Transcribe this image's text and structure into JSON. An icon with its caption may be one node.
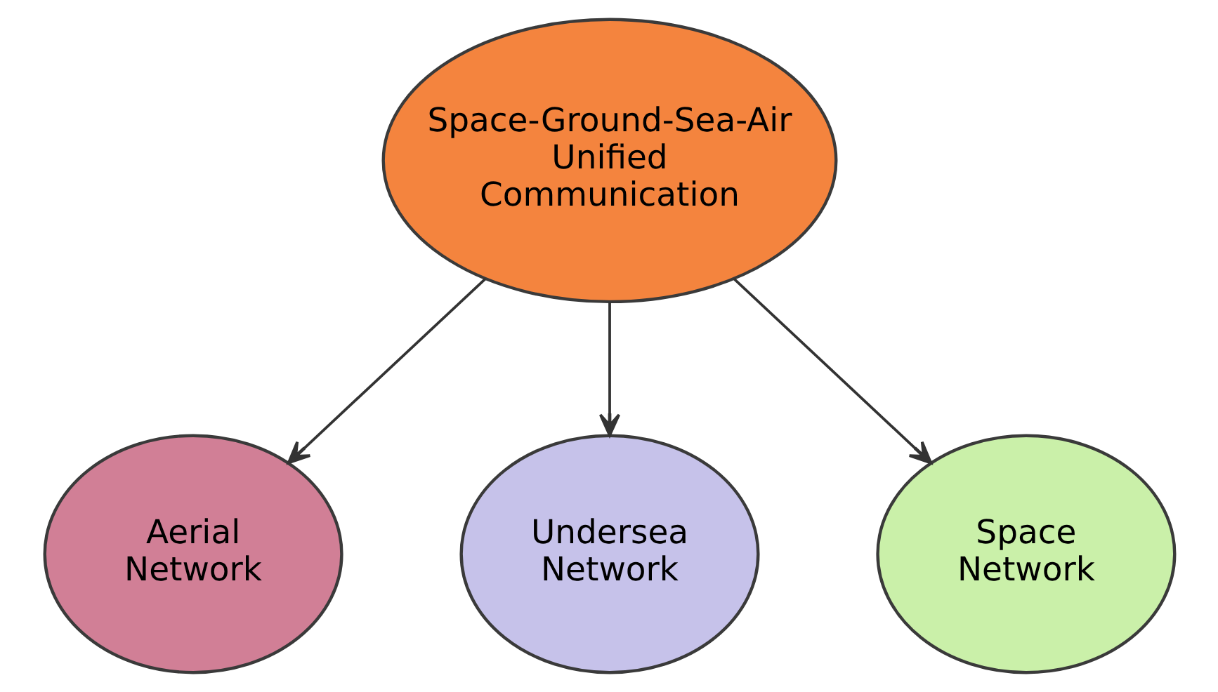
{
  "diagram": {
    "nodes": [
      {
        "text": [
          "Space-Ground-Sea-Air Unified Communication"
        ]
      },
      {
        "text": [
          "Aerial Network"
        ]
      },
      {
        "text": [
          "Undersea Network"
        ]
      },
      {
        "text": [
          "Space Network"
        ]
      }
    ],
    "edges": [
      {
        "from": 0,
        "to": 1,
        "arrow": "to"
      },
      {
        "from": 0,
        "to": 2,
        "arrow": "to"
      },
      {
        "from": 0,
        "to": 3,
        "arrow": "to"
      }
    ]
  }
}
